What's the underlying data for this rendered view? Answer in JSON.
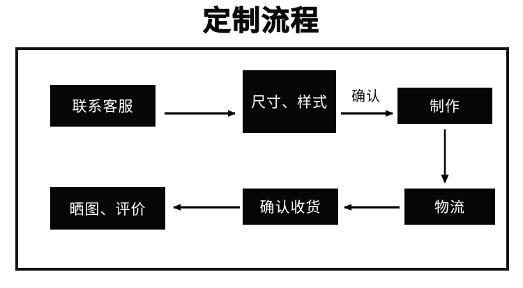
{
  "title": "定制流程",
  "diagram": {
    "type": "flowchart",
    "nodes": [
      {
        "id": "contact",
        "label": "联系客服"
      },
      {
        "id": "spec",
        "label": "尺寸、样式"
      },
      {
        "id": "make",
        "label": "制作"
      },
      {
        "id": "logistics",
        "label": "物流"
      },
      {
        "id": "receipt",
        "label": "确认收货"
      },
      {
        "id": "review",
        "label": "晒图、评价"
      }
    ],
    "edges": [
      {
        "from": "contact",
        "to": "spec",
        "label": "",
        "direction": "right"
      },
      {
        "from": "spec",
        "to": "make",
        "label": "确认",
        "direction": "right"
      },
      {
        "from": "make",
        "to": "logistics",
        "label": "",
        "direction": "down"
      },
      {
        "from": "logistics",
        "to": "receipt",
        "label": "",
        "direction": "left"
      },
      {
        "from": "receipt",
        "to": "review",
        "label": "",
        "direction": "left"
      }
    ],
    "edge_labels": {
      "confirm": "确认"
    }
  },
  "colors": {
    "node_fill": "#060606",
    "node_text": "#ffffff",
    "frame_border": "#111111",
    "background": "#ffffff",
    "title_text": "#0a0a0a"
  }
}
